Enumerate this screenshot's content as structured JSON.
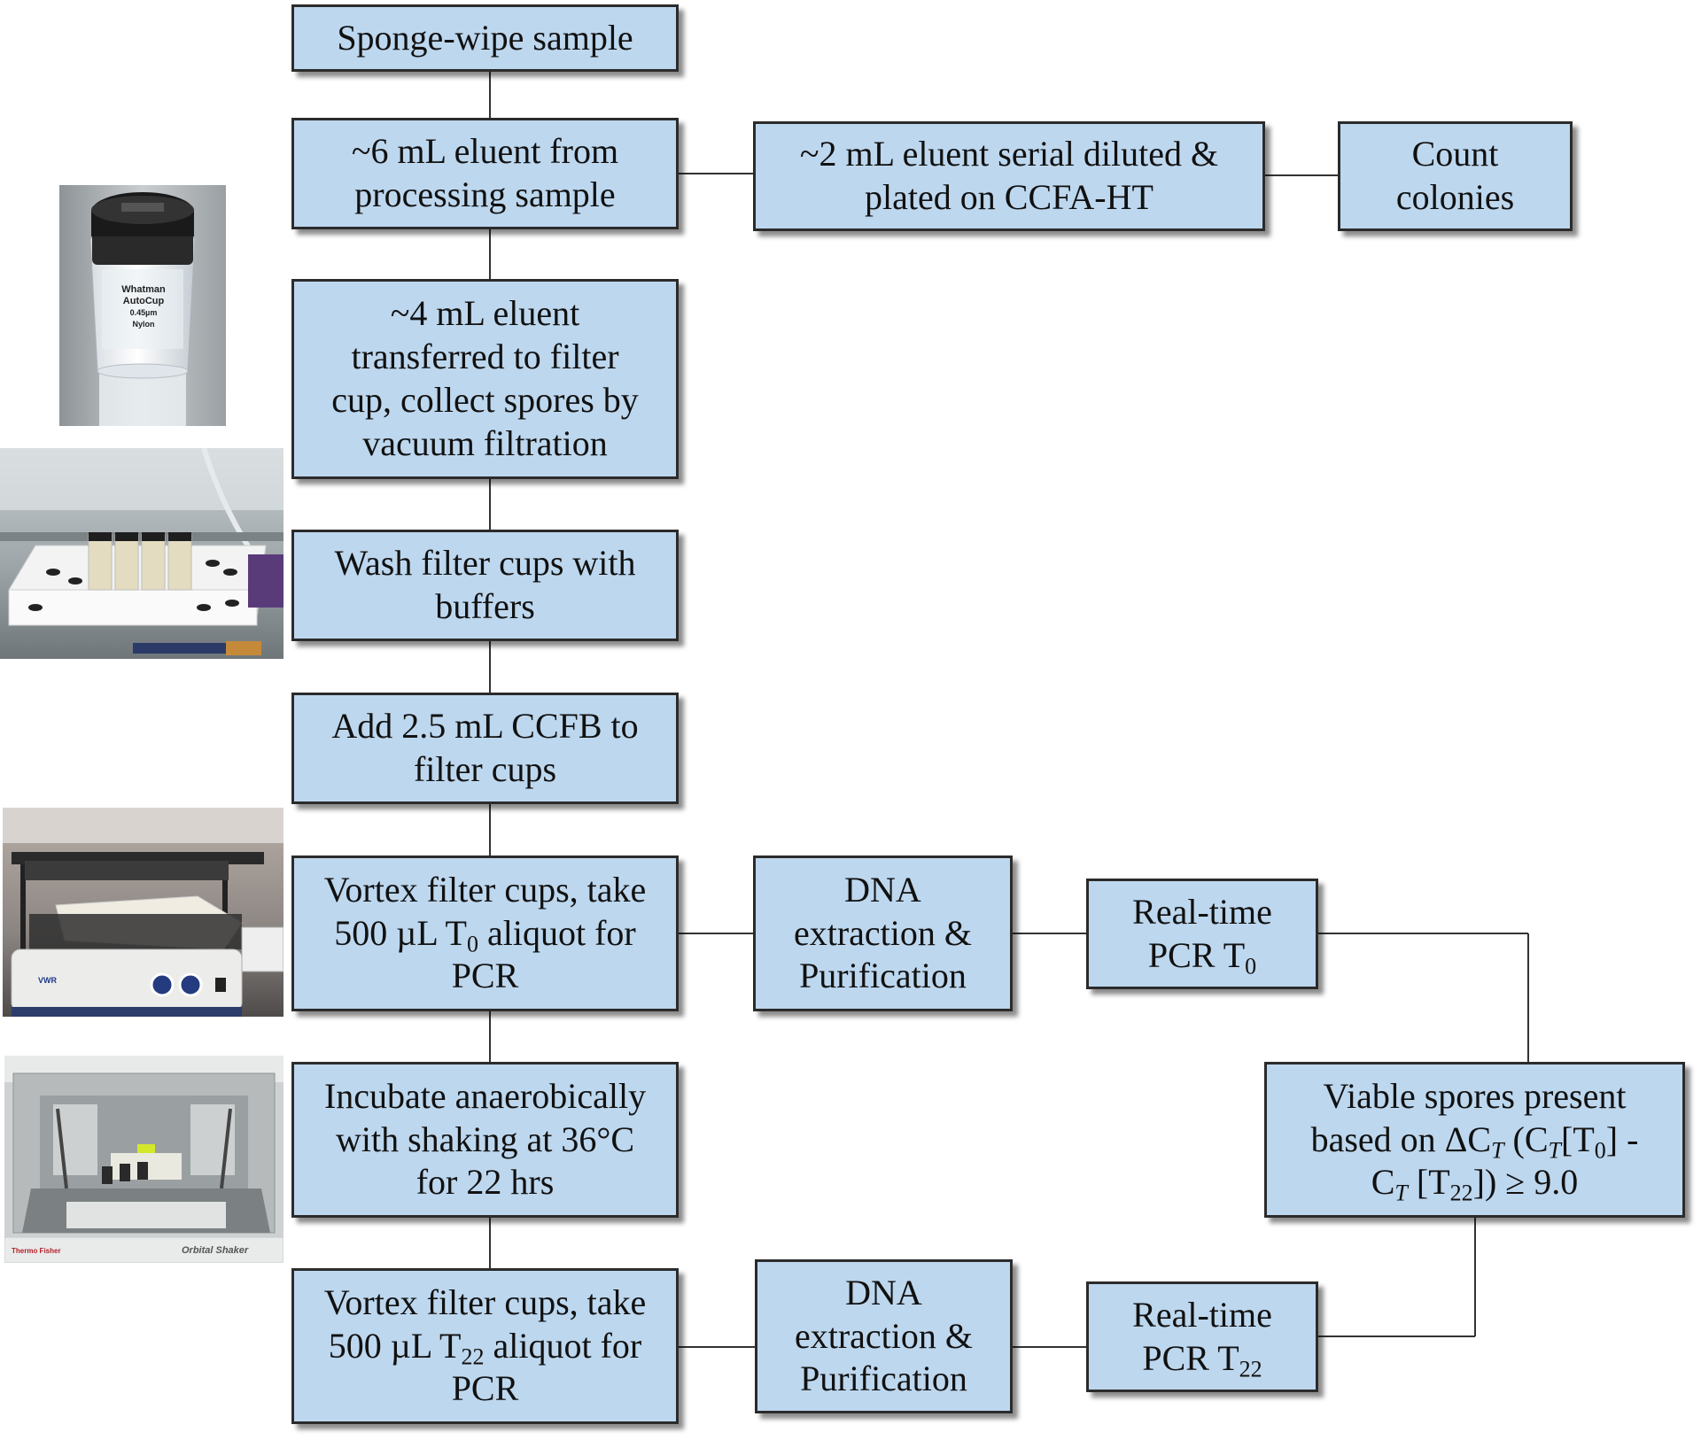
{
  "steps": {
    "sponge": "Sponge-wipe sample",
    "eluent6_line1": "~6 mL eluent from",
    "eluent6_line2": "processing sample",
    "eluent2_line1": "~2 mL eluent serial diluted &",
    "eluent2_line2": "plated on CCFA-HT",
    "count_line1": "Count",
    "count_line2": "colonies",
    "filter_line1": "~4 mL eluent",
    "filter_line2": "transferred to filter",
    "filter_line3": "cup, collect spores by",
    "filter_line4": "vacuum filtration",
    "wash_line1": "Wash filter cups with",
    "wash_line2": "buffers",
    "ccfb_line1": "Add 2.5 mL CCFB to",
    "ccfb_line2": "filter cups",
    "vortex0_line1": "Vortex filter cups, take",
    "vortex0_pre": "500 µL T",
    "vortex0_sub": "0",
    "vortex0_post": " aliquot for",
    "vortex0_line3": "PCR",
    "dna1_line1": "DNA",
    "dna1_line2": "extraction &",
    "dna1_line3": "Purification",
    "pcr0_line1": "Real-time",
    "pcr0_pre": "PCR T",
    "pcr0_sub": "0",
    "incubate_line1": "Incubate anaerobically",
    "incubate_line2": "with shaking at 36°C",
    "incubate_line3": "for 22 hrs",
    "vortex22_line1": "Vortex filter cups, take",
    "vortex22_pre": "500 µL T",
    "vortex22_sub": "22",
    "vortex22_post": " aliquot for",
    "vortex22_line3": "PCR",
    "dna2_line1": "DNA",
    "dna2_line2": "extraction &",
    "dna2_line3": "Purification",
    "pcr22_line1": "Real-time",
    "pcr22_pre": "PCR T",
    "pcr22_sub": "22",
    "viable_line1": "Viable spores present",
    "viable_a": "based on ΔC",
    "viable_T1": "T",
    "viable_b": " (C",
    "viable_T2": "T",
    "viable_c": "[T",
    "viable_c_sub": "0",
    "viable_d": "] -",
    "viable_e": "C",
    "viable_T3": "T",
    "viable_f": " [T",
    "viable_f_sub": "22",
    "viable_g": "]) ≥ 9.0"
  },
  "photos": {
    "filter_cup_label_1": "Whatman",
    "filter_cup_label_2": "AutoCup",
    "filter_cup_label_3": "0.45µm",
    "filter_cup_label_4": "Nylon",
    "vortex_brand": "VWR",
    "shaker_brand": "Thermo Fisher",
    "shaker_label": "Orbital Shaker"
  },
  "colors": {
    "box_fill": "#bdd7ee",
    "box_border": "#2b2b2b",
    "connector": "#333333"
  }
}
